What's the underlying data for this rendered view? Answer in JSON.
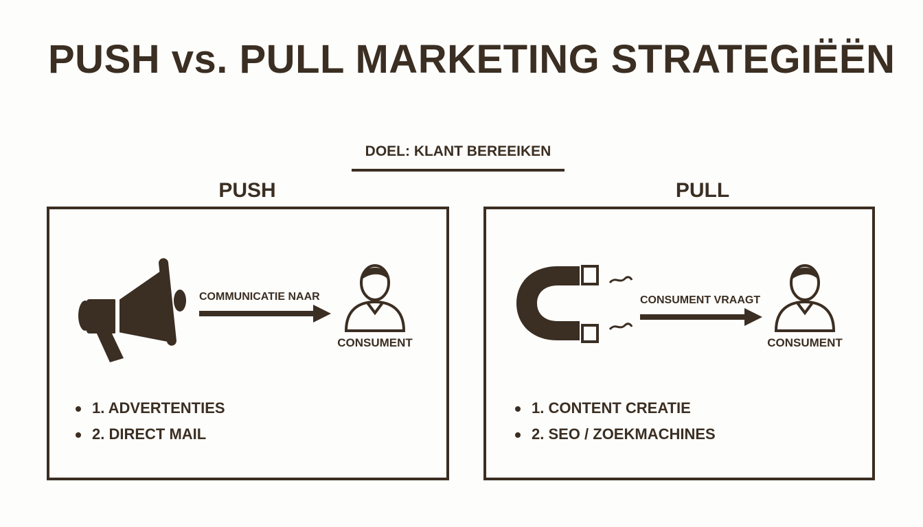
{
  "title": "PUSH vs. PULL MARKETING STRATEGIËËN",
  "goal": "DOEL: KLANT BEREEIKEN",
  "colors": {
    "ink": "#3b2e22",
    "background": "#fdfdfb"
  },
  "push": {
    "heading": "PUSH",
    "icon": "megaphone-icon",
    "flow_label": "COMMUNICATIE NAAR",
    "consumer_label": "CONSUMENT",
    "items": [
      "1. ADVERTENTIES",
      "2. DIRECT MAIL"
    ]
  },
  "pull": {
    "heading": "PULL",
    "icon": "magnet-icon",
    "flow_label": "CONSUMENT VRAAGT",
    "consumer_label": "CONSUMENT",
    "items": [
      "1. CONTENT CREATIE",
      "2. SEO / ZOEKMACHINES"
    ]
  }
}
